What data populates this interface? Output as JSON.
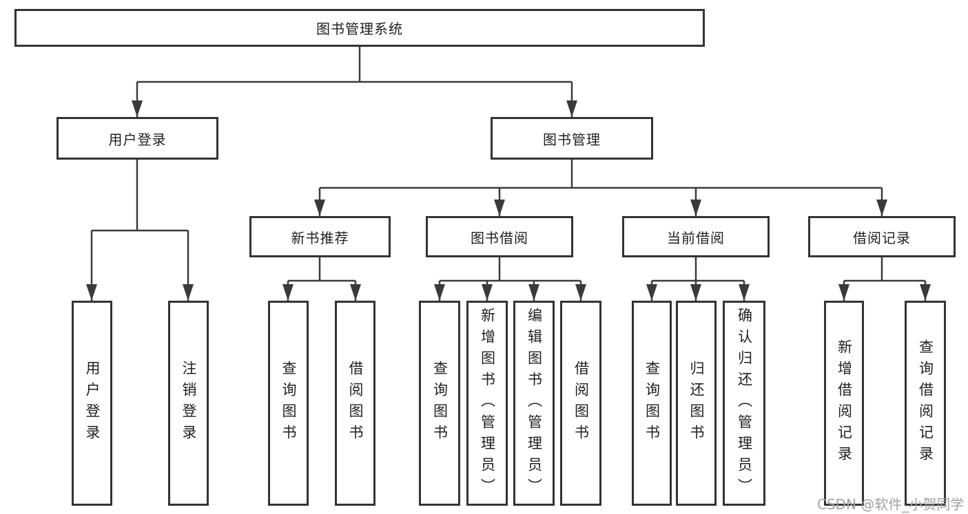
{
  "diagram": {
    "title": "图书管理系统",
    "root": {
      "label": "图书管理系统"
    },
    "branches": [
      {
        "label": "用户登录",
        "children": [
          {
            "label": "用户登录"
          },
          {
            "label": "注销登录"
          }
        ]
      },
      {
        "label": "图书管理",
        "children": [
          {
            "label": "新书推荐",
            "children": [
              {
                "label": "查询图书"
              },
              {
                "label": "借阅图书"
              }
            ]
          },
          {
            "label": "图书借阅",
            "children": [
              {
                "label": "查询图书"
              },
              {
                "label": "新增图书（管理员）"
              },
              {
                "label": "编辑图书（管理员）"
              },
              {
                "label": "借阅图书"
              }
            ]
          },
          {
            "label": "当前借阅",
            "children": [
              {
                "label": "查询图书"
              },
              {
                "label": "归还图书"
              },
              {
                "label": "确认归还（管理员）"
              }
            ]
          },
          {
            "label": "借阅记录",
            "children": [
              {
                "label": "新增借阅记录"
              },
              {
                "label": "查询借阅记录"
              }
            ]
          }
        ]
      }
    ]
  },
  "watermark": {
    "text": "CSDN @软件_小贺同学"
  },
  "colors": {
    "line": "#3a3a3a",
    "box_border": "#333333",
    "text": "#1f1f1f",
    "watermark": "#a0a0a0",
    "background": "#ffffff"
  }
}
